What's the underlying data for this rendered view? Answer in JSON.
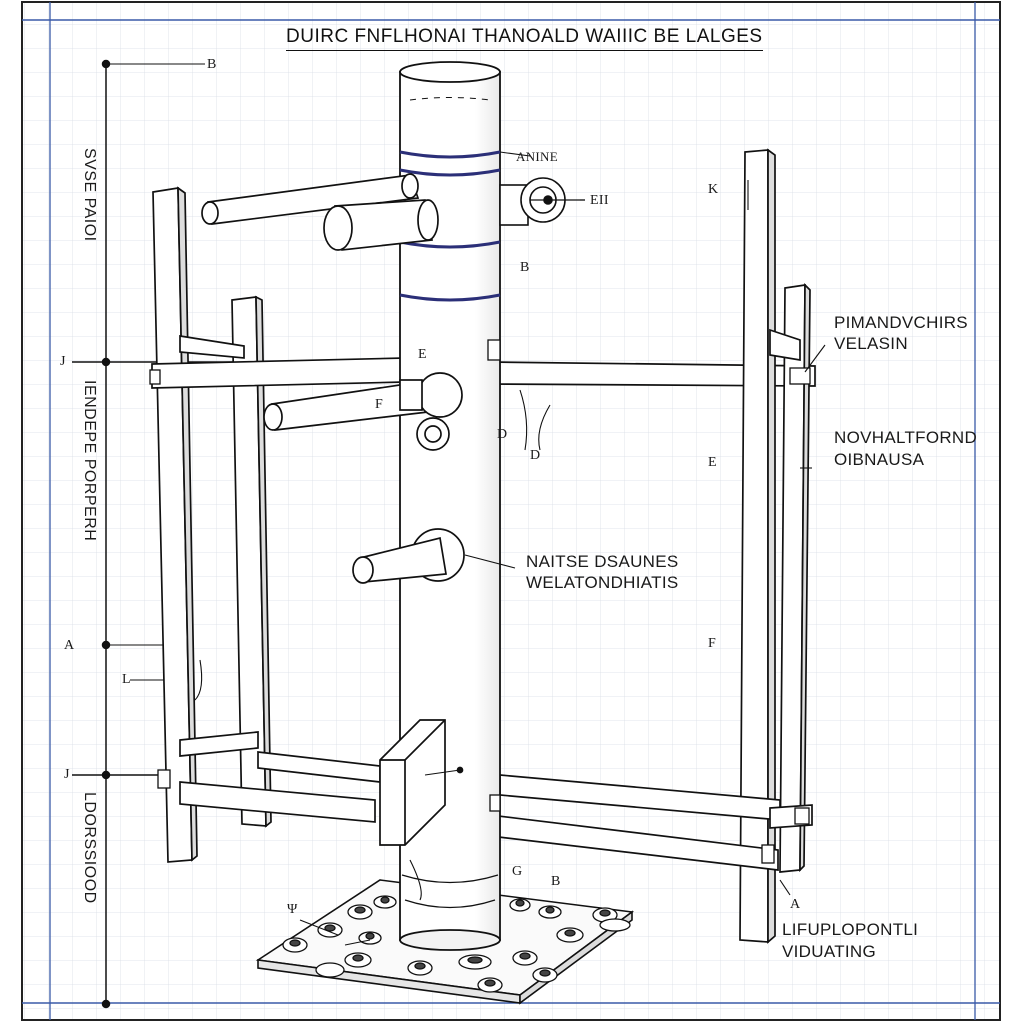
{
  "title": "DUIRC FNFLHONAI THANOALD WAIIIC BE LALGES",
  "side_labels": {
    "top": "SVSE PAIOI",
    "middle": "IENDEPE PORPERH",
    "bottom": "LDORSSIOOD"
  },
  "callouts": {
    "right_top": [
      "PIMANDVCHIRS",
      "VELASIN"
    ],
    "right_mid": [
      "NOVHALTFORND",
      "OIBNAUSA"
    ],
    "center": [
      "NAITSE DSAUNES",
      "WELATONDHIATIS"
    ],
    "bottom_right": [
      "LIFUPLOPONTLI",
      "VIDUATING"
    ],
    "bolt_label": "ANINE",
    "bolt_tag": "EII"
  },
  "markers": {
    "dim_top": "B",
    "left_1": "J",
    "left_2": "A",
    "left_3": "J",
    "left_4": "L",
    "k_mark": "K",
    "b_mark": "B",
    "d_mark": "D",
    "d_mark2": "D",
    "e_mark": "E",
    "f_mark": "F",
    "e_right": "E",
    "f_right": "F",
    "g_mark": "G",
    "b_base": "B",
    "a_base": "A",
    "phi_mark": "Ψ"
  }
}
